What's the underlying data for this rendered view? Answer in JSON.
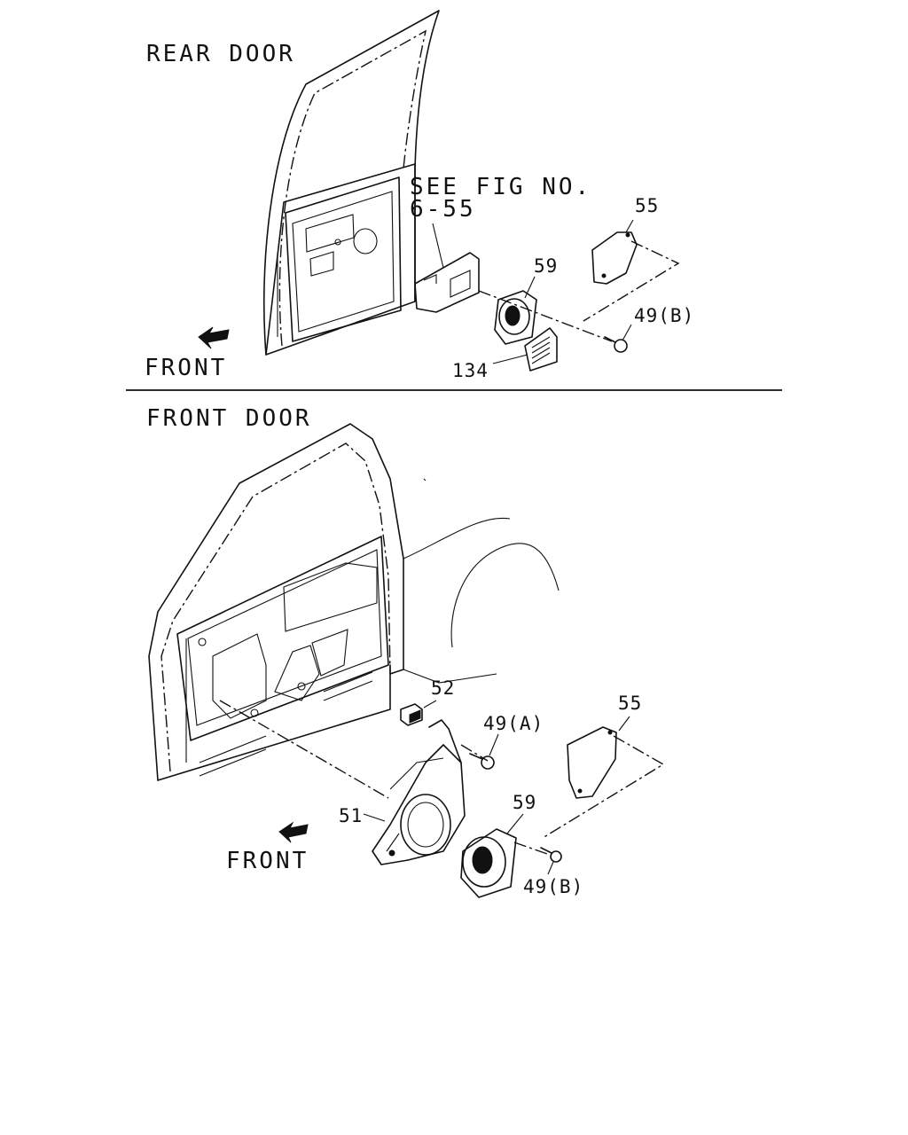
{
  "sections": {
    "rear": {
      "title": "REAR DOOR",
      "front_label": "FRONT",
      "see_fig_line1": "SEE FIG NO.",
      "see_fig_line2": "6-55",
      "callouts": {
        "c55": "55",
        "c59": "59",
        "c49b": "49(B)",
        "c134": "134"
      }
    },
    "front": {
      "title": "FRONT DOOR",
      "front_label": "FRONT",
      "callouts": {
        "c52": "52",
        "c49a": "49(A)",
        "c55": "55",
        "c51": "51",
        "c59": "59",
        "c49b": "49(B)"
      }
    }
  },
  "icons": {
    "front_arrow": "front-arrow-icon"
  }
}
